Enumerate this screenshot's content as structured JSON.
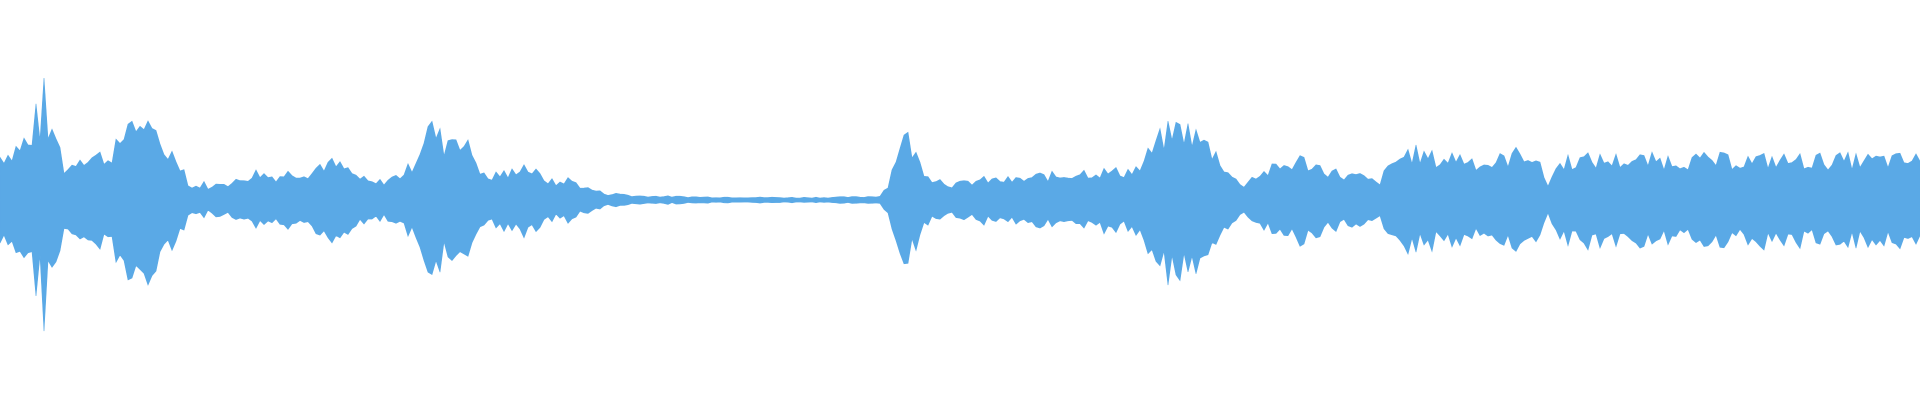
{
  "waveform": {
    "color": "#5aa9e6",
    "sample_count": 480,
    "amplitude_envelope": [
      [
        0,
        0.22
      ],
      [
        10,
        0.24
      ],
      [
        25,
        0.3
      ],
      [
        32,
        0.26
      ],
      [
        36,
        0.48
      ],
      [
        40,
        0.36
      ],
      [
        44,
        0.52
      ],
      [
        48,
        0.38
      ],
      [
        52,
        0.3
      ],
      [
        58,
        0.34
      ],
      [
        62,
        0.16
      ],
      [
        70,
        0.16
      ],
      [
        78,
        0.22
      ],
      [
        90,
        0.22
      ],
      [
        104,
        0.22
      ],
      [
        110,
        0.2
      ],
      [
        115,
        0.3
      ],
      [
        120,
        0.24
      ],
      [
        124,
        0.32
      ],
      [
        128,
        0.4
      ],
      [
        134,
        0.42
      ],
      [
        140,
        0.34
      ],
      [
        145,
        0.42
      ],
      [
        150,
        0.3
      ],
      [
        156,
        0.32
      ],
      [
        162,
        0.26
      ],
      [
        168,
        0.24
      ],
      [
        176,
        0.22
      ],
      [
        182,
        0.18
      ],
      [
        190,
        0.06
      ],
      [
        204,
        0.08
      ],
      [
        212,
        0.06
      ],
      [
        222,
        0.1
      ],
      [
        230,
        0.08
      ],
      [
        240,
        0.1
      ],
      [
        248,
        0.12
      ],
      [
        258,
        0.14
      ],
      [
        268,
        0.12
      ],
      [
        278,
        0.12
      ],
      [
        292,
        0.14
      ],
      [
        304,
        0.14
      ],
      [
        312,
        0.14
      ],
      [
        320,
        0.18
      ],
      [
        332,
        0.18
      ],
      [
        344,
        0.16
      ],
      [
        356,
        0.12
      ],
      [
        364,
        0.1
      ],
      [
        374,
        0.08
      ],
      [
        386,
        0.1
      ],
      [
        398,
        0.12
      ],
      [
        410,
        0.16
      ],
      [
        418,
        0.24
      ],
      [
        424,
        0.32
      ],
      [
        428,
        0.36
      ],
      [
        436,
        0.34
      ],
      [
        444,
        0.28
      ],
      [
        450,
        0.32
      ],
      [
        458,
        0.34
      ],
      [
        464,
        0.28
      ],
      [
        472,
        0.24
      ],
      [
        478,
        0.18
      ],
      [
        484,
        0.12
      ],
      [
        490,
        0.1
      ],
      [
        498,
        0.14
      ],
      [
        508,
        0.12
      ],
      [
        516,
        0.16
      ],
      [
        522,
        0.18
      ],
      [
        528,
        0.16
      ],
      [
        534,
        0.14
      ],
      [
        540,
        0.12
      ],
      [
        548,
        0.1
      ],
      [
        556,
        0.08
      ],
      [
        564,
        0.1
      ],
      [
        570,
        0.1
      ],
      [
        578,
        0.08
      ],
      [
        586,
        0.06
      ],
      [
        594,
        0.05
      ],
      [
        600,
        0.04
      ],
      [
        608,
        0.03
      ],
      [
        616,
        0.03
      ],
      [
        624,
        0.03
      ],
      [
        632,
        0.02
      ],
      [
        640,
        0.02
      ],
      [
        700,
        0.015
      ],
      [
        800,
        0.012
      ],
      [
        860,
        0.015
      ],
      [
        880,
        0.02
      ],
      [
        888,
        0.08
      ],
      [
        894,
        0.18
      ],
      [
        900,
        0.3
      ],
      [
        906,
        0.32
      ],
      [
        912,
        0.26
      ],
      [
        920,
        0.18
      ],
      [
        930,
        0.12
      ],
      [
        940,
        0.1
      ],
      [
        950,
        0.08
      ],
      [
        960,
        0.08
      ],
      [
        980,
        0.1
      ],
      [
        1000,
        0.1
      ],
      [
        1020,
        0.1
      ],
      [
        1040,
        0.12
      ],
      [
        1060,
        0.12
      ],
      [
        1080,
        0.14
      ],
      [
        1100,
        0.14
      ],
      [
        1120,
        0.14
      ],
      [
        1140,
        0.16
      ],
      [
        1150,
        0.24
      ],
      [
        1160,
        0.3
      ],
      [
        1170,
        0.34
      ],
      [
        1180,
        0.36
      ],
      [
        1190,
        0.34
      ],
      [
        1200,
        0.3
      ],
      [
        1210,
        0.26
      ],
      [
        1218,
        0.22
      ],
      [
        1226,
        0.16
      ],
      [
        1234,
        0.1
      ],
      [
        1244,
        0.08
      ],
      [
        1254,
        0.12
      ],
      [
        1266,
        0.14
      ],
      [
        1276,
        0.16
      ],
      [
        1290,
        0.18
      ],
      [
        1300,
        0.2
      ],
      [
        1310,
        0.18
      ],
      [
        1322,
        0.16
      ],
      [
        1334,
        0.14
      ],
      [
        1346,
        0.12
      ],
      [
        1358,
        0.12
      ],
      [
        1370,
        0.1
      ],
      [
        1378,
        0.08
      ],
      [
        1386,
        0.14
      ],
      [
        1396,
        0.2
      ],
      [
        1410,
        0.24
      ],
      [
        1424,
        0.22
      ],
      [
        1440,
        0.2
      ],
      [
        1456,
        0.22
      ],
      [
        1472,
        0.2
      ],
      [
        1488,
        0.18
      ],
      [
        1500,
        0.2
      ],
      [
        1512,
        0.22
      ],
      [
        1524,
        0.24
      ],
      [
        1534,
        0.22
      ],
      [
        1542,
        0.14
      ],
      [
        1548,
        0.08
      ],
      [
        1556,
        0.16
      ],
      [
        1566,
        0.2
      ],
      [
        1580,
        0.2
      ],
      [
        1600,
        0.2
      ],
      [
        1700,
        0.2
      ],
      [
        1920,
        0.2
      ]
    ]
  }
}
